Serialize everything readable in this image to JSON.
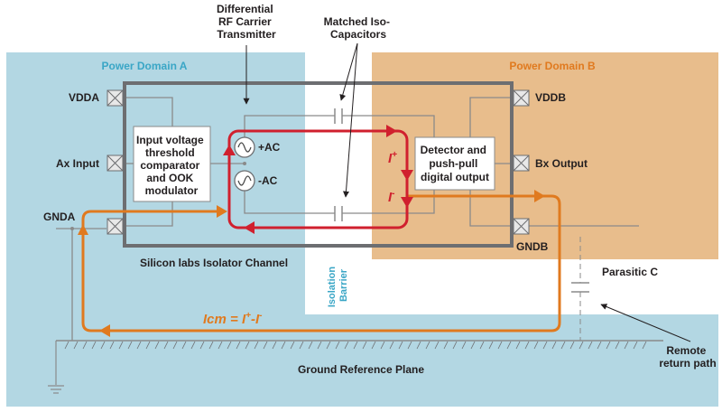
{
  "labels": {
    "transmitter": [
      "Differential",
      "RF Carrier",
      "Transmitter"
    ],
    "iso_caps": [
      "Matched Iso-",
      "Capacitors"
    ],
    "domain_a": "Power Domain A",
    "domain_b": "Power Domain B",
    "vdda": "VDDA",
    "ax_input": "Ax Input",
    "gnda": "GNDA",
    "vddb": "VDDB",
    "bx_output": "Bx Output",
    "gndb": "GNDB",
    "input_block": [
      "Input voltage",
      "threshold",
      "comparator",
      "and OOK",
      "modulator"
    ],
    "detector_block": [
      "Detector and",
      "push-pull",
      "digital output"
    ],
    "plus_ac": "+AC",
    "minus_ac": "-AC",
    "i_plus": "I",
    "i_plus_sup": "+",
    "i_minus": "I",
    "i_minus_sup": "-",
    "channel": "Silicon labs Isolator Channel",
    "barrier": [
      "Isolation",
      "Barrier"
    ],
    "parasitic": "Parasitic C",
    "icm": "Icm = I",
    "icm_sup1": "+",
    "icm_mid": "-I",
    "icm_sup2": "-",
    "remote": [
      "Remote",
      "return path"
    ],
    "ground_plane": "Ground Reference Plane"
  },
  "colors": {
    "domain_a": "#b3d7e3",
    "domain_b": "#e8bd8c",
    "domain_a_text": "#3aa6c6",
    "domain_b_text": "#e07a1f",
    "chip_border": "#6d6e71",
    "differential_current": "#d0202e",
    "common_mode_current": "#e07a1f"
  }
}
